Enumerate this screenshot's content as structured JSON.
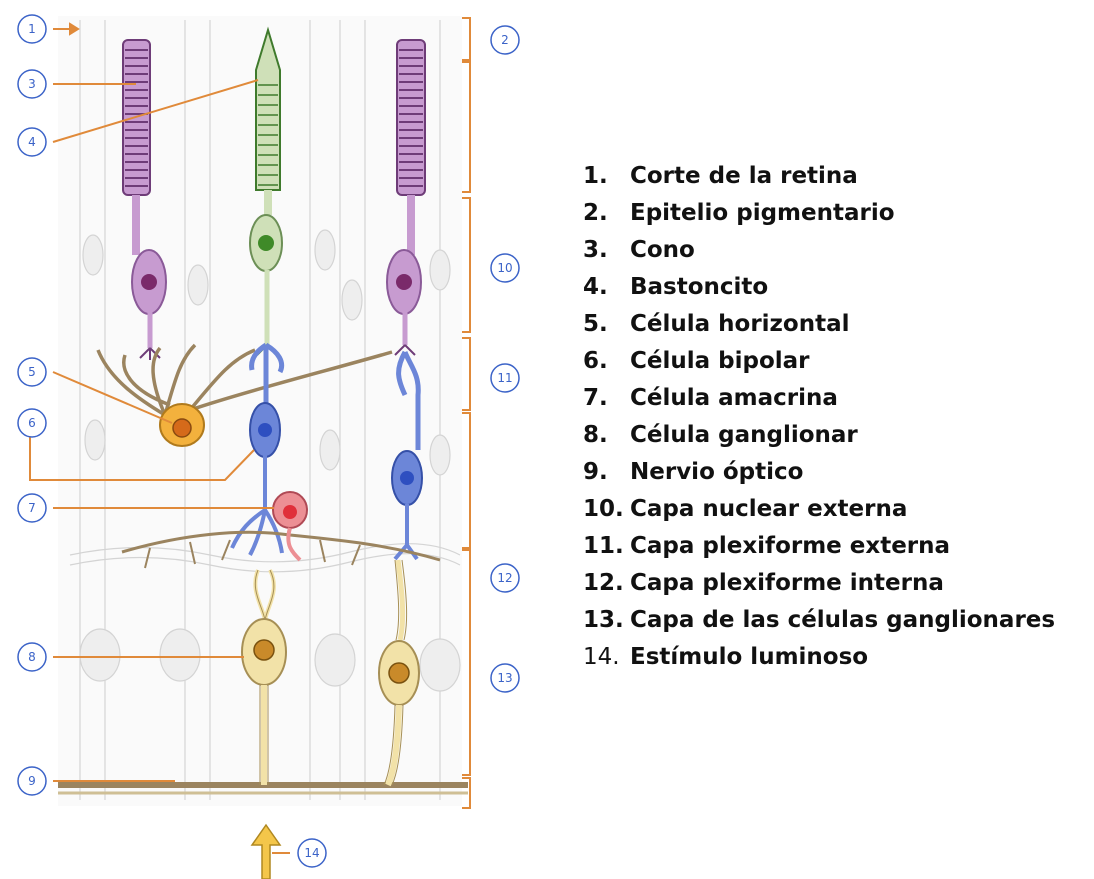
{
  "legend": [
    {
      "num": "1.",
      "text": "Corte de la retina"
    },
    {
      "num": "2.",
      "text": "Epitelio pigmentario"
    },
    {
      "num": "3.",
      "text": "Cono"
    },
    {
      "num": "4.",
      "text": "Bastoncito"
    },
    {
      "num": "5.",
      "text": "Célula horizontal"
    },
    {
      "num": "6.",
      "text": "Célula bipolar"
    },
    {
      "num": "7.",
      "text": "Célula amacrina"
    },
    {
      "num": "8.",
      "text": "Célula ganglionar"
    },
    {
      "num": "9.",
      "text": "Nervio óptico"
    },
    {
      "num": "10.",
      "text": "Capa nuclear externa"
    },
    {
      "num": "11.",
      "text": "Capa plexiforme externa"
    },
    {
      "num": "12.",
      "text": "Capa plexiforme interna"
    },
    {
      "num": "13.",
      "text": "Capa de las células ganglionares"
    },
    {
      "num": "14.",
      "text": "Estímulo luminoso"
    }
  ],
  "markers": [
    "1",
    "2",
    "3",
    "4",
    "5",
    "6",
    "7",
    "8",
    "9",
    "10",
    "11",
    "12",
    "13",
    "14"
  ],
  "colors": {
    "cone": "#c79bd0",
    "cone_dark": "#6e3c78",
    "rod": "#cfe0b8",
    "rod_dark": "#3f7a2c",
    "horizontal": "#f3b13d",
    "bipolar": "#6c86d8",
    "amacrine": "#ec8f94",
    "ganglion": "#f2e2a8",
    "ganglion_nucleus": "#c98a2a",
    "fiber": "#9b845f",
    "leader": "#e08a3a",
    "marker": "#3b63c8",
    "bracket": "#e08a3a",
    "stimulus": "#f4c64a"
  }
}
